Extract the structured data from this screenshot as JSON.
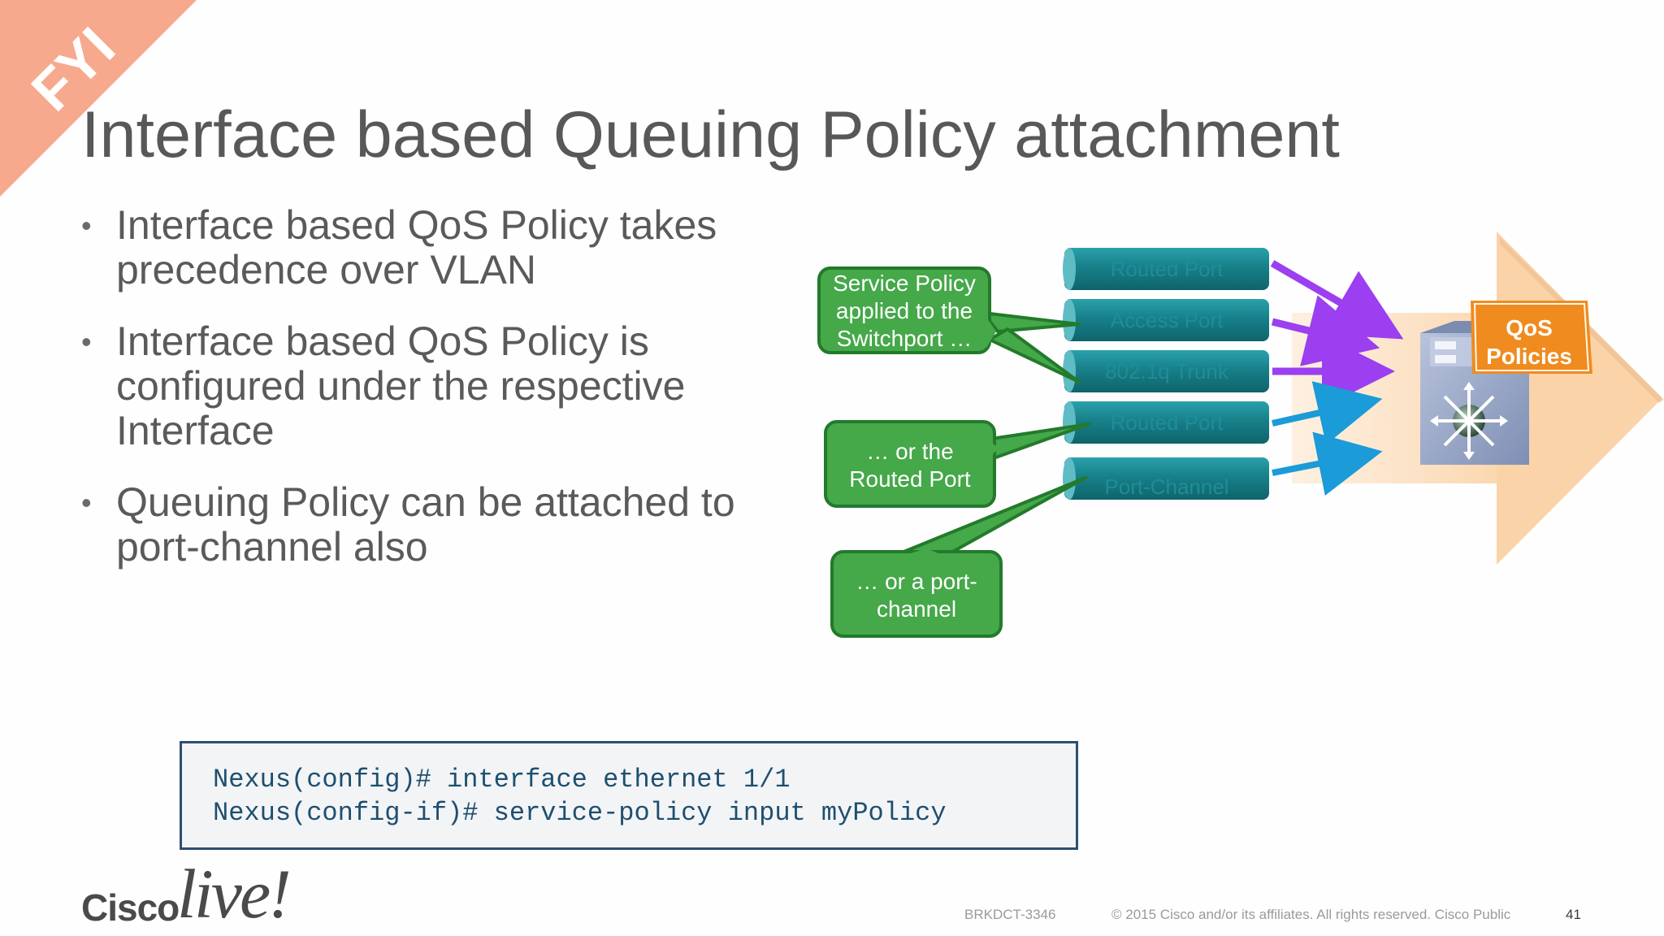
{
  "corner_badge": {
    "label": "FYI",
    "color": "#f7a98e"
  },
  "slide": {
    "title": "Interface based Queuing Policy attachment",
    "bullets": [
      {
        "text": "Interface based QoS Policy takes precedence over VLAN"
      },
      {
        "text": "Interface based QoS Policy is configured under the respective Interface"
      },
      {
        "text": "Queuing Policy can be attached to port-channel also"
      }
    ]
  },
  "diagram": {
    "callouts": [
      {
        "lines": [
          "Service Policy",
          "applied to the",
          "Switchport …"
        ]
      },
      {
        "lines": [
          "… or the",
          "Routed Port"
        ]
      },
      {
        "lines": [
          "… or a port-",
          "channel"
        ]
      }
    ],
    "ports": [
      {
        "label": "Routed Port",
        "arrow_color": "#9b3ff0"
      },
      {
        "label": "Access Port",
        "arrow_color": "#9b3ff0"
      },
      {
        "label": "802.1q Trunk",
        "arrow_color": "#9b3ff0"
      },
      {
        "label": "Routed Port",
        "arrow_color": "#1b9bd8"
      },
      {
        "label": "Port-Channel",
        "arrow_color": "#1b9bd8"
      }
    ],
    "qos_label": [
      "QoS",
      "Policies"
    ],
    "colors": {
      "callout_fill": "#45a849",
      "callout_border": "#237a2b",
      "pipe": "#187c86",
      "arrow_bg": "#fbd3a8",
      "qos_box": "#ef8b1f"
    }
  },
  "cli": {
    "lines": [
      "Nexus(config)# interface ethernet 1/1",
      "Nexus(config-if)# service-policy input myPolicy"
    ]
  },
  "logo": {
    "brand": "Cisco",
    "event": "live!"
  },
  "footer": {
    "session_id": "BRKDCT-3346",
    "copyright": "© 2015  Cisco and/or its affiliates. All rights reserved.   Cisco Public",
    "page_number": "41"
  }
}
